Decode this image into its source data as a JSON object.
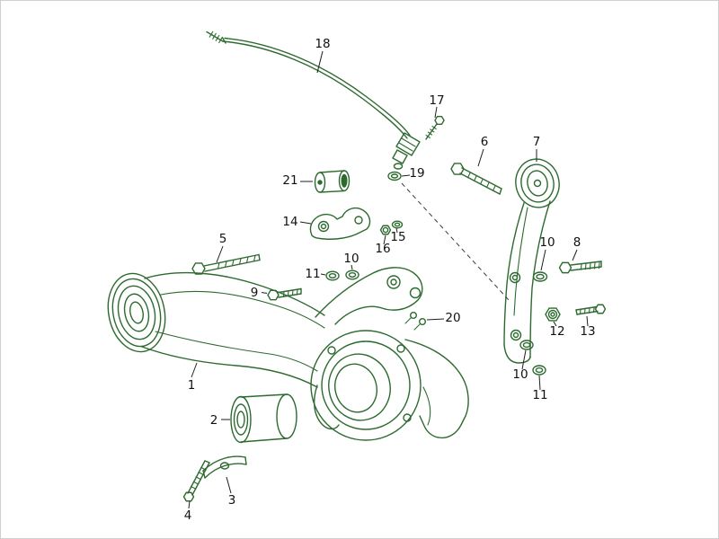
{
  "diagram": {
    "type": "exploded_parts_diagram",
    "subject": "rear-axle-trailing-arm-assembly",
    "colors": {
      "part_line": "#2d6a2f",
      "label_text": "#111111",
      "leader_line": "#1f1f1f",
      "background": "#ffffff",
      "frame_border": "#cfcfcf"
    },
    "labels": [
      {
        "text": "1"
      },
      {
        "text": "2"
      },
      {
        "text": "3"
      },
      {
        "text": "4"
      },
      {
        "text": "5"
      },
      {
        "text": "6"
      },
      {
        "text": "7"
      },
      {
        "text": "8"
      },
      {
        "text": "9"
      },
      {
        "text": "10"
      },
      {
        "text": "10"
      },
      {
        "text": "10"
      },
      {
        "text": "11"
      },
      {
        "text": "11"
      },
      {
        "text": "12"
      },
      {
        "text": "13"
      },
      {
        "text": "14"
      },
      {
        "text": "15"
      },
      {
        "text": "16"
      },
      {
        "text": "17"
      },
      {
        "text": "18"
      },
      {
        "text": "19"
      },
      {
        "text": "20"
      },
      {
        "text": "21"
      }
    ]
  }
}
